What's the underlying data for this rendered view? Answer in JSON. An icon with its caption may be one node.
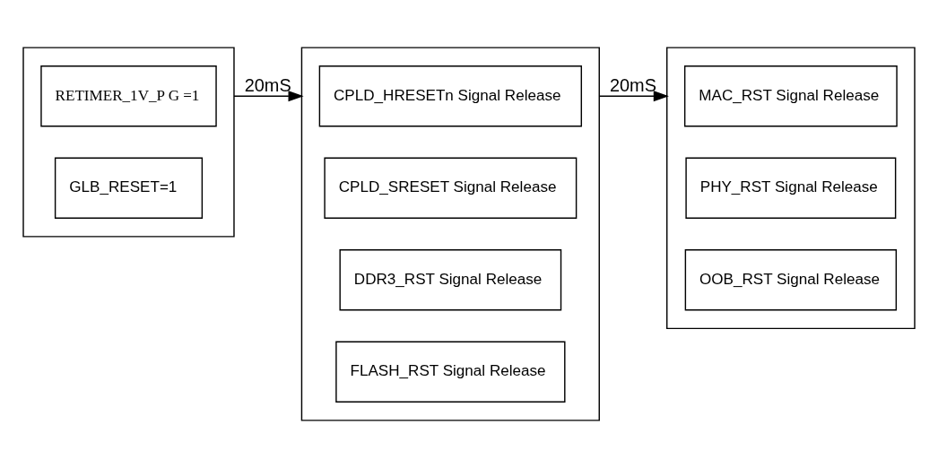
{
  "diagram": {
    "nodes": [
      {
        "text": [],
        "shape": "box"
      },
      {
        "text": [
          "RETIMER_1V_P G =1"
        ],
        "in": 0
      },
      {
        "text": [
          "GLB_RESET=1"
        ],
        "in": 0
      },
      {
        "text": [],
        "shape": "box"
      },
      {
        "text": [
          "CPLD_HRESETn Signal Release"
        ],
        "in": 3
      },
      {
        "text": [
          "CPLD_SRESET Signal Release"
        ],
        "in": 3
      },
      {
        "text": [
          "DDR3_RST Signal Release"
        ],
        "in": 3
      },
      {
        "text": [
          "FLASH_RST Signal Release"
        ],
        "in": 3
      },
      {
        "text": [],
        "shape": "box"
      },
      {
        "text": [
          "MAC_RST Signal Release"
        ],
        "in": 8
      },
      {
        "text": [
          "PHY_RST Signal Release"
        ],
        "in": 8
      },
      {
        "text": [
          "OOB_RST Signal Release"
        ],
        "in": 8
      }
    ],
    "edges": [
      {
        "from": 0,
        "to": 3,
        "arrow": "to",
        "label": "20mS"
      },
      {
        "from": 3,
        "to": 8,
        "arrow": "to",
        "label": "20mS"
      }
    ]
  }
}
